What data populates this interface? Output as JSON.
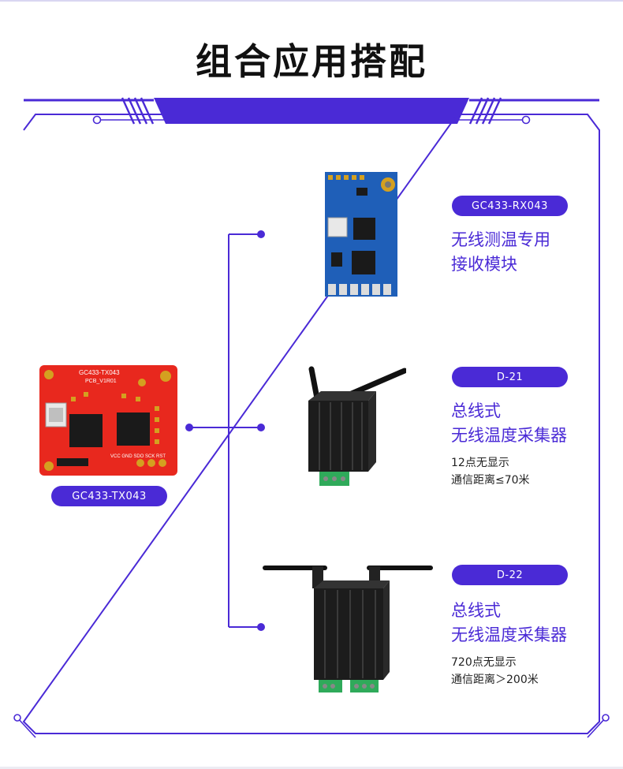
{
  "page": {
    "title": "组合应用搭配"
  },
  "transmitter": {
    "label": "GC433-TX043",
    "board_text": {
      "model": "GC433-TX043",
      "pcb": "PCB_V1R01",
      "pins": "VCC GND SDO SCK RST"
    }
  },
  "receivers": [
    {
      "label": "GC433-RX043",
      "name": "无线测温专用\n接收模块",
      "desc": ""
    },
    {
      "label": "D-21",
      "name": "总线式\n无线温度采集器",
      "desc": "12点无显示\n通信距离≤70米"
    },
    {
      "label": "D-22",
      "name": "总线式\n无线温度采集器",
      "desc": "720点无显示\n通信距离＞200米"
    }
  ],
  "colors": {
    "accent": "#4a2ad6",
    "board_red": "#e8281e",
    "board_blue": "#1f5fb8"
  }
}
